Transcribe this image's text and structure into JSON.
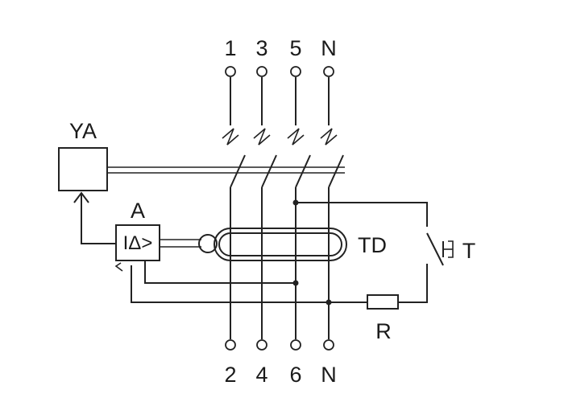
{
  "terminals_top": [
    "1",
    "3",
    "5",
    "N"
  ],
  "terminals_bottom": [
    "2",
    "4",
    "6",
    "N"
  ],
  "labels": {
    "trip_unit": "YA",
    "amplifier": "A",
    "amplifier_symbol": "IΔ>",
    "transformer": "TD",
    "test_button": "T",
    "resistor": "R"
  }
}
